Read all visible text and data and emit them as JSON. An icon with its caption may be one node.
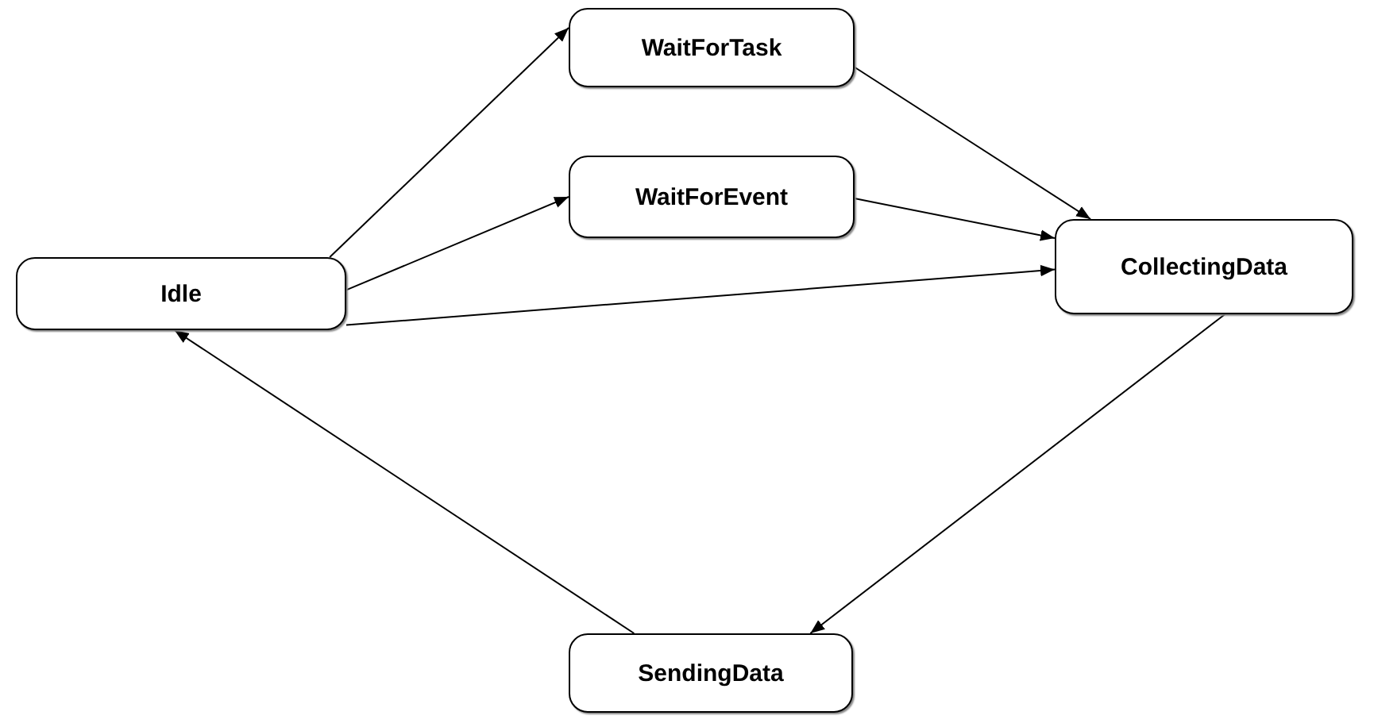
{
  "diagram": {
    "nodes": [
      {
        "text": [
          "Idle"
        ]
      },
      {
        "text": [
          "WaitForTask"
        ]
      },
      {
        "text": [
          "WaitForEvent"
        ]
      },
      {
        "text": [
          "CollectingData"
        ]
      },
      {
        "text": [
          "SendingData"
        ]
      }
    ],
    "edges": [
      {
        "from": 0,
        "to": 1,
        "arrow": "to"
      },
      {
        "from": 0,
        "to": 2,
        "arrow": "to"
      },
      {
        "from": 0,
        "to": 3,
        "arrow": "to"
      },
      {
        "from": 1,
        "to": 3,
        "arrow": "to"
      },
      {
        "from": 2,
        "to": 3,
        "arrow": "to"
      },
      {
        "from": 3,
        "to": 4,
        "arrow": "to"
      },
      {
        "from": 4,
        "to": 0,
        "arrow": "to"
      }
    ]
  }
}
